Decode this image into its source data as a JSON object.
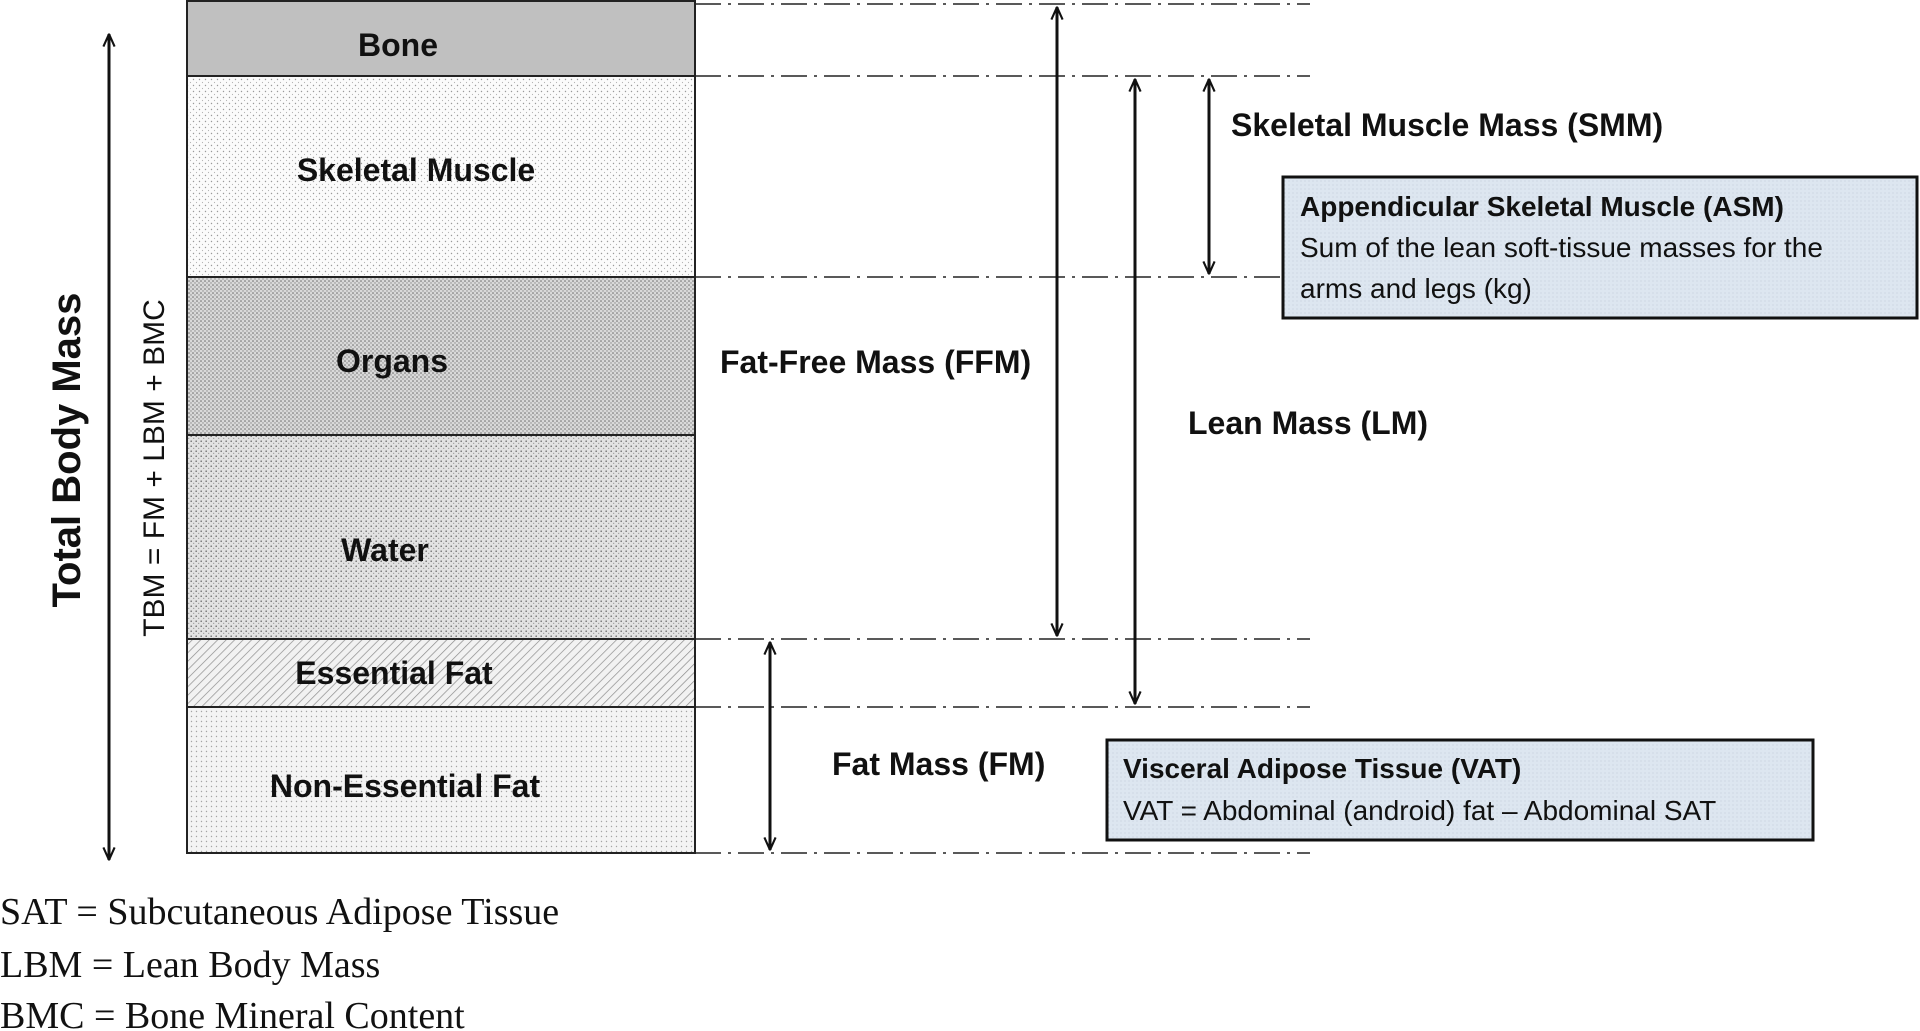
{
  "diagram": {
    "total_body_mass": "Total Body Mass",
    "tbm_formula": "TBM = FM + LBM + BMC",
    "segments": [
      {
        "id": "bone",
        "label": "Bone"
      },
      {
        "id": "skeletal-muscle",
        "label": "Skeletal Muscle"
      },
      {
        "id": "organs",
        "label": "Organs"
      },
      {
        "id": "water",
        "label": "Water"
      },
      {
        "id": "essential-fat",
        "label": "Essential Fat"
      },
      {
        "id": "non-essential-fat",
        "label": "Non-Essential Fat"
      }
    ],
    "ffm_label": "Fat-Free Mass (FFM)",
    "fm_label": "Fat Mass (FM)",
    "lm_label": "Lean Mass (LM)",
    "smm_label": "Skeletal Muscle Mass (SMM)",
    "asm_box": {
      "title": "Appendicular Skeletal Muscle (ASM)",
      "line1": "Sum of the lean soft-tissue masses for the",
      "line2": "arms and legs (kg)"
    },
    "vat_box": {
      "title": "Visceral Adipose Tissue (VAT)",
      "line1": "VAT = Abdominal (android) fat – Abdominal SAT"
    },
    "legend": [
      "SAT = Subcutaneous Adipose Tissue",
      "LBM = Lean Body Mass",
      "BMC = Bone Mineral Content"
    ],
    "colors": {
      "bone": "#c0c0c0",
      "box_fill": "#dde6f0",
      "line": "#111111"
    }
  }
}
